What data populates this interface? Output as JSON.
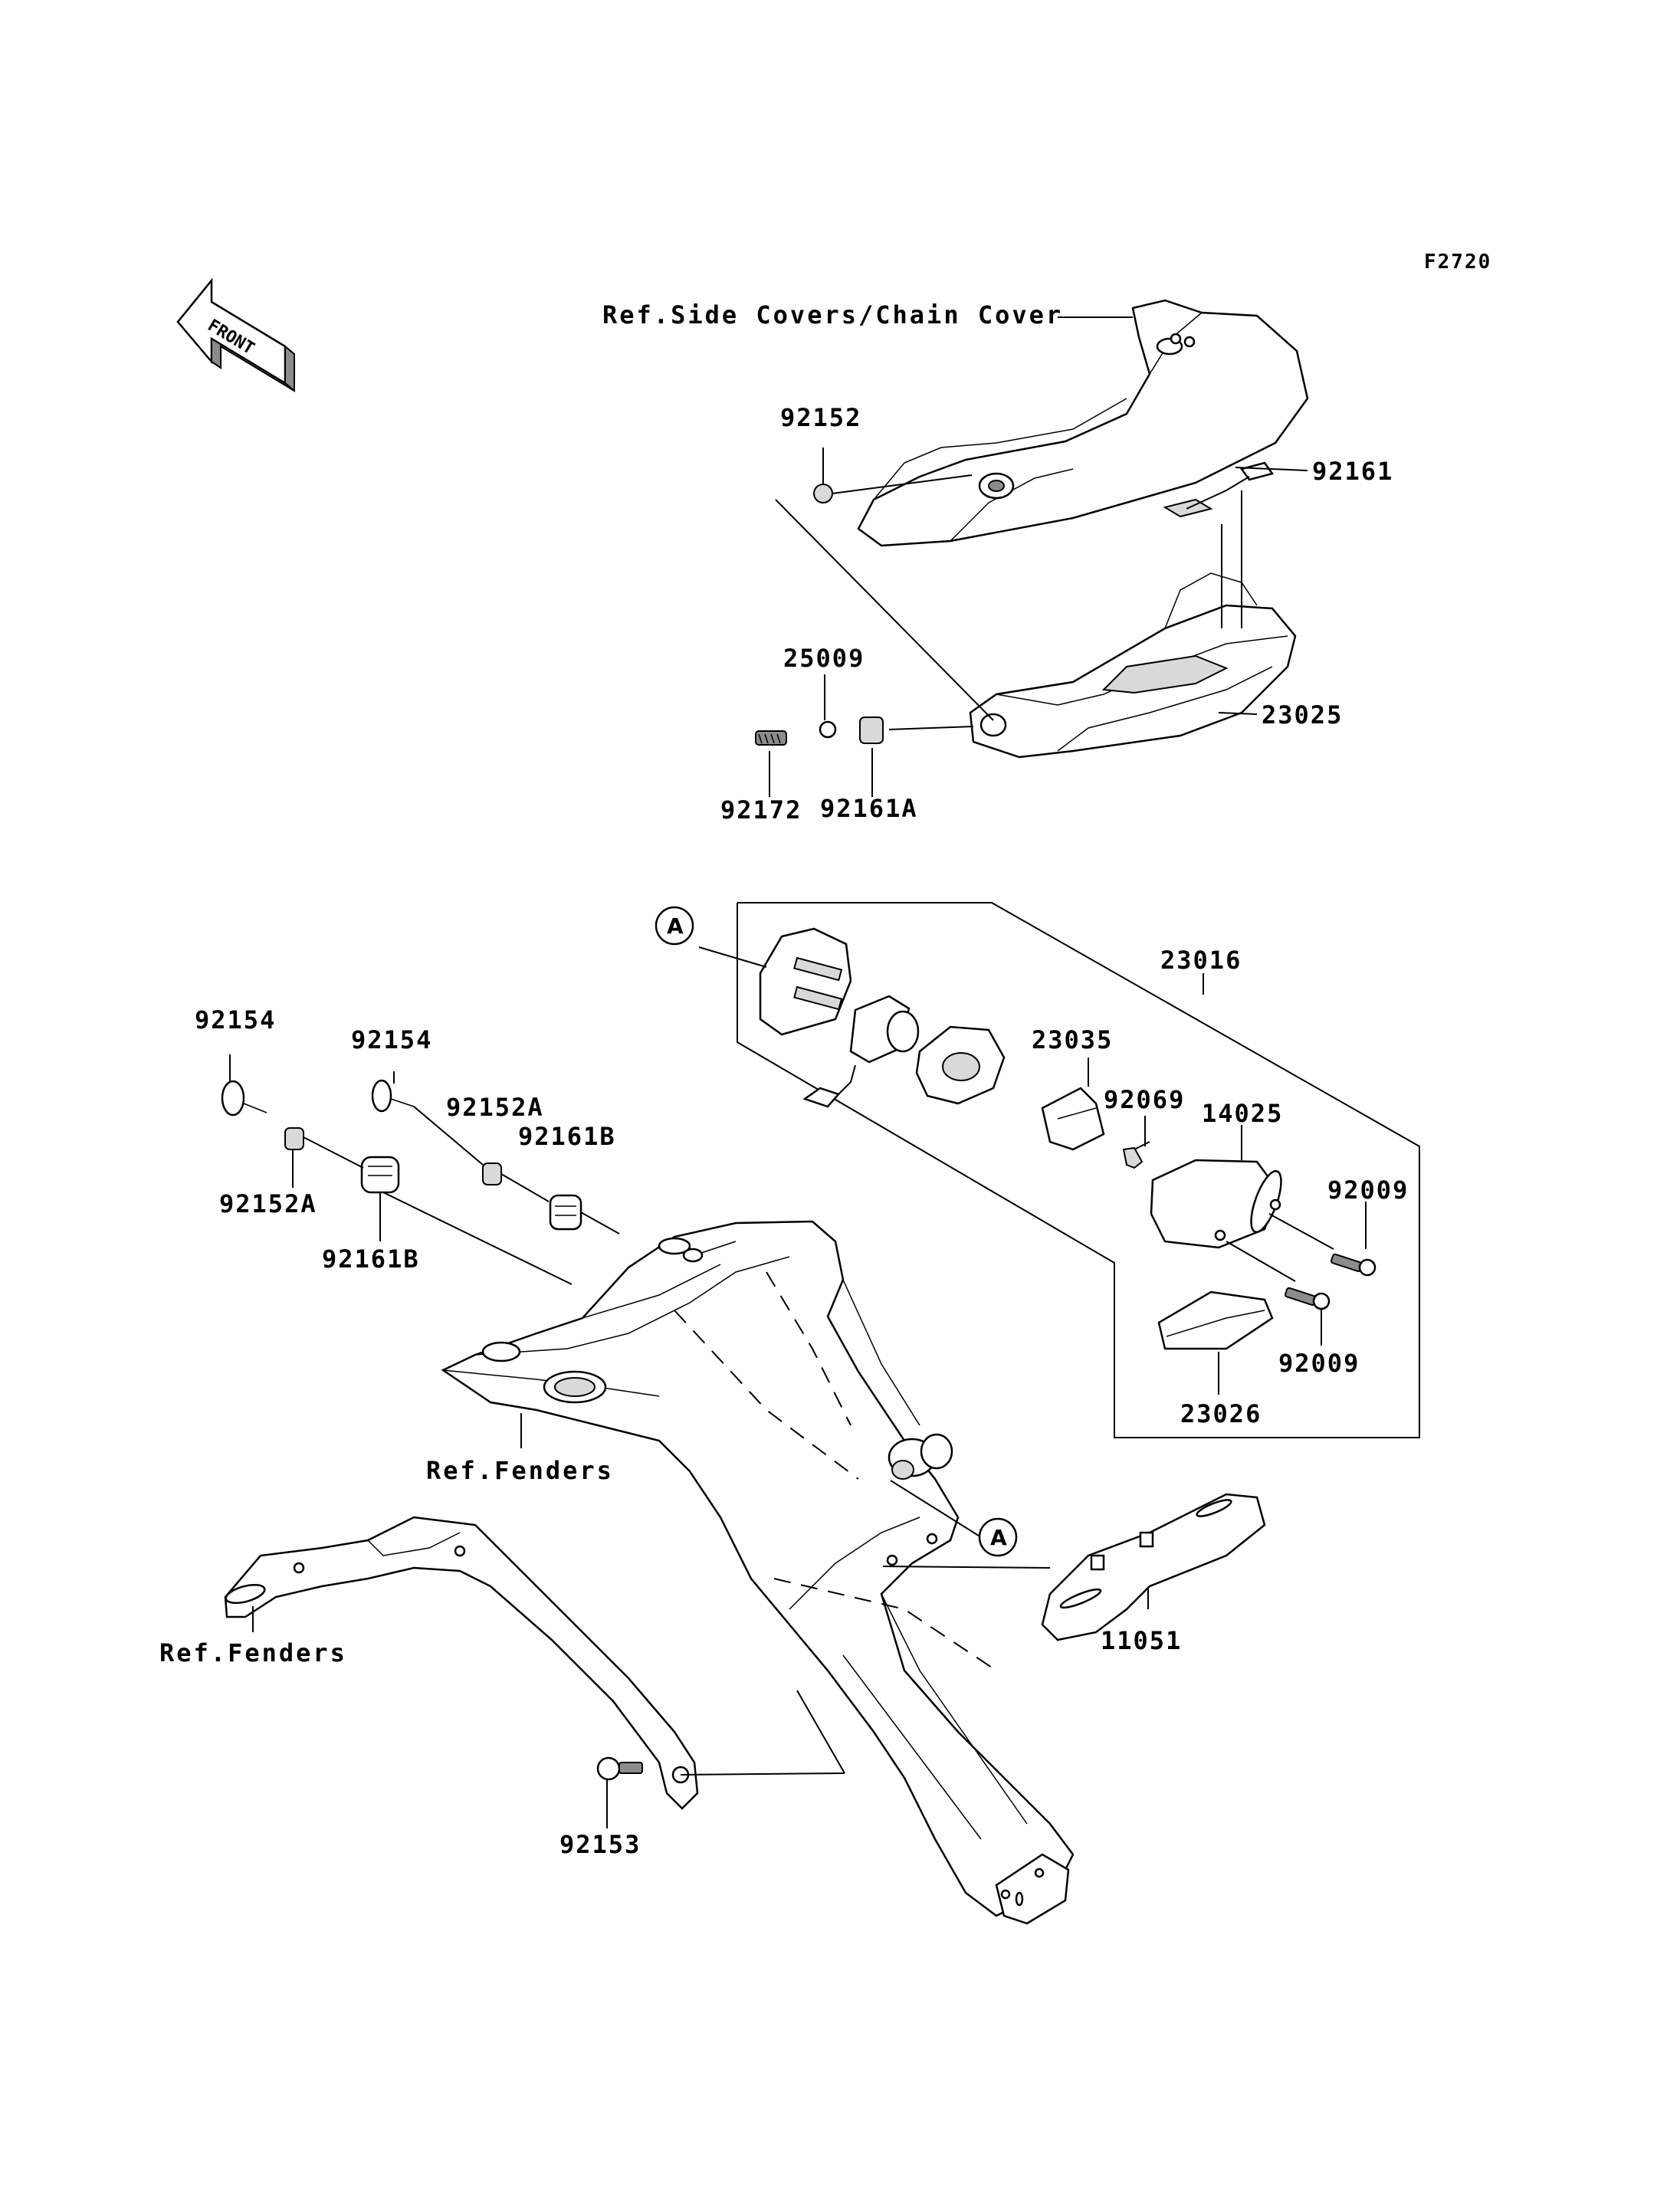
{
  "figure_code": "F2720",
  "front_indicator": "FRONT",
  "references": {
    "side_covers": "Ref.Side Covers/Chain Cover",
    "fenders_upper": "Ref.Fenders",
    "fenders_lower": "Ref.Fenders"
  },
  "callouts": {
    "circle_a_top": "A",
    "circle_a_bottom": "A"
  },
  "parts": {
    "p92152": "92152",
    "p92161": "92161",
    "p25009": "25009",
    "p23025": "23025",
    "p92172": "92172",
    "p92161A": "92161A",
    "p23016": "23016",
    "p23035": "23035",
    "p92069": "92069",
    "p14025": "14025",
    "p92009_top": "92009",
    "p92009_bottom": "92009",
    "p23026": "23026",
    "p92154_left": "92154",
    "p92154_mid": "92154",
    "p92152A_mid": "92152A",
    "p92161B_right": "92161B",
    "p92152A_left": "92152A",
    "p92161B_left": "92161B",
    "p11051": "11051",
    "p92153": "92153"
  }
}
